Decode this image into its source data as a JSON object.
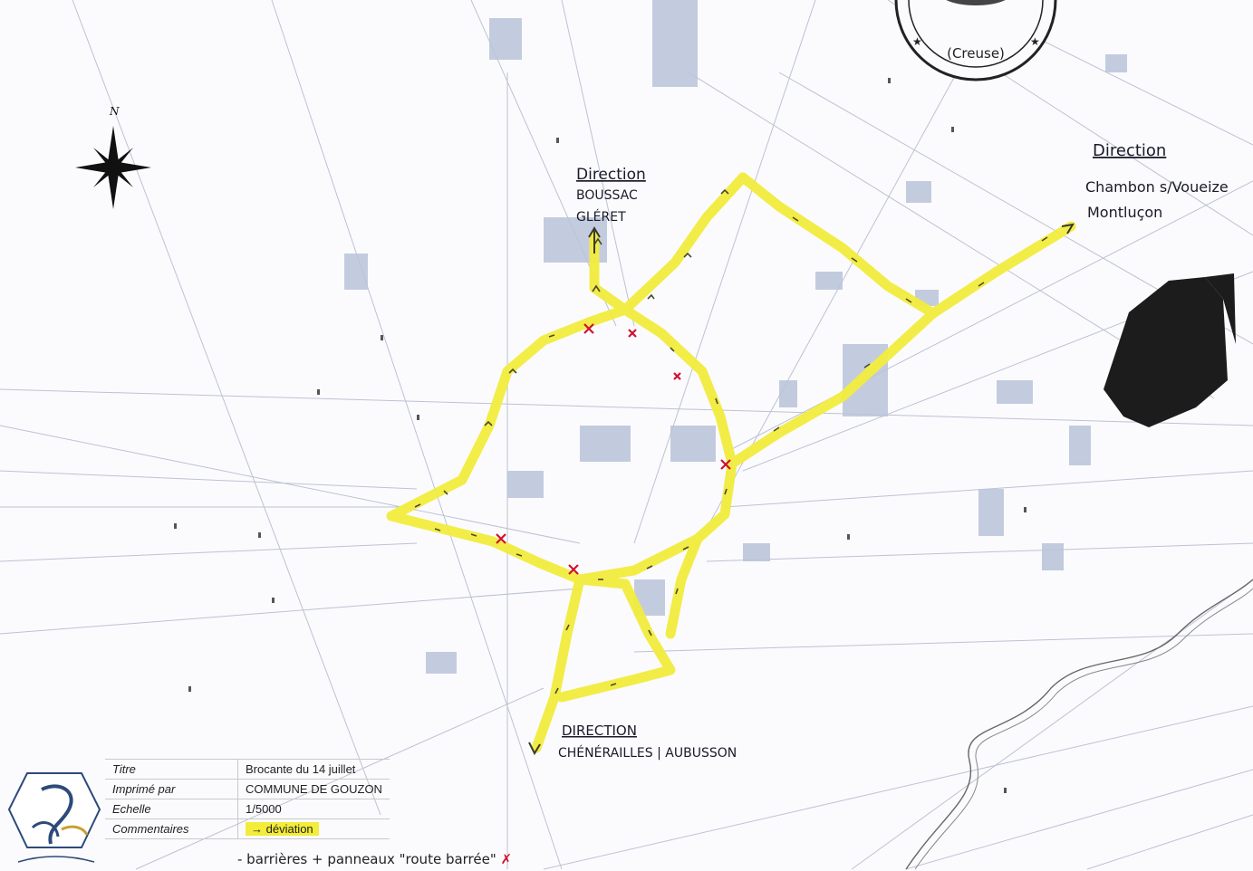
{
  "map": {
    "north_label": "N",
    "directions": {
      "north": [
        "Direction",
        "BOUSSAC",
        "GLÉRET"
      ],
      "east": [
        "Direction",
        "Chambon s/Voueize",
        "Montluçon"
      ],
      "south": [
        "DIRECTION",
        "CHÉNÉRAILLES | AUBUSSON"
      ]
    },
    "stamp_text": "(Creuse)",
    "colors": {
      "route": "#f2ec3e",
      "arrow": "#4a4a2a",
      "barrier": "#d01030",
      "map_lines": "#9aa3bb",
      "buildings": "#b9c3d9"
    }
  },
  "legend": {
    "rows": [
      {
        "key": "Titre",
        "value": "Brocante du 14 juillet"
      },
      {
        "key": "Imprimé par",
        "value": "COMMUNE DE GOUZON"
      },
      {
        "key": "Echelle",
        "value": "1/5000"
      },
      {
        "key": "Commentaires",
        "value": "→ déviation"
      }
    ],
    "note": "- barrières + panneaux \"route barrée\"",
    "note_symbol": "✗"
  }
}
